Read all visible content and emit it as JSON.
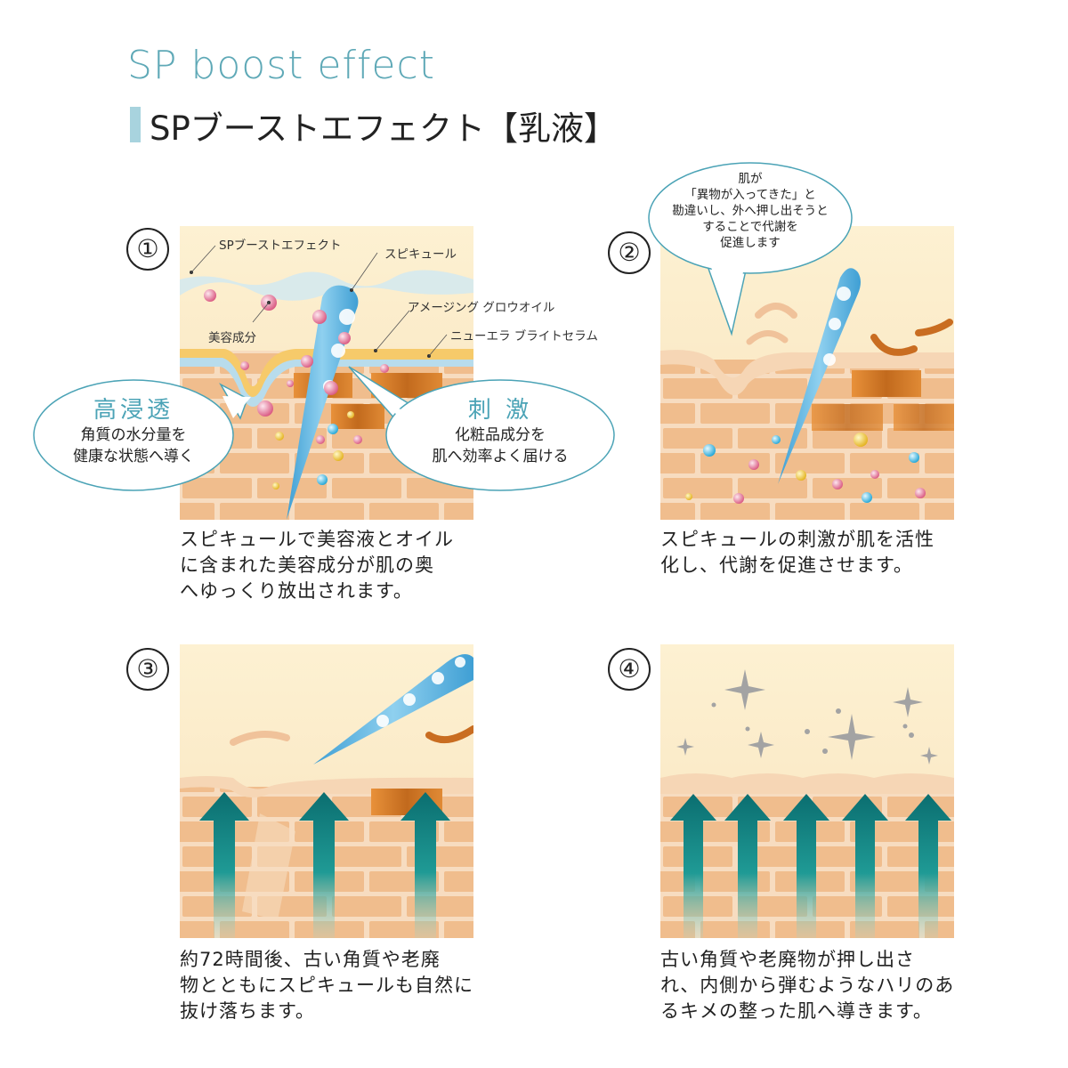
{
  "header": {
    "title_en": "SP boost effect",
    "title_jp": "SPブーストエフェクト【乳液】"
  },
  "steps": [
    {
      "number": "①",
      "caption": [
        "スピキュールで美容液とオイル",
        "に含まれた美容成分が肌の奥",
        "へゆっくり放出されます。"
      ],
      "labels": {
        "sp_boost": "SPブーストエフェクト",
        "spicule": "スピキュール",
        "amazing": "アメージング グロウオイル",
        "beauty": "美容成分",
        "new_era": "ニューエラ ブライトセラム"
      },
      "bubble_left": {
        "head": "高浸透",
        "body": [
          "角質の水分量を",
          "健康な状態へ導く"
        ]
      },
      "bubble_right": {
        "head": "刺 激",
        "body": [
          "化粧品成分を",
          "肌へ効率よく届ける"
        ]
      }
    },
    {
      "number": "②",
      "caption": [
        "スピキュールの刺激が肌を活性",
        "化し、代謝を促進させます。"
      ],
      "speech": [
        "肌が",
        "「異物が入ってきた」と",
        "勘違いし、外へ押し出そうと",
        "することで代謝を",
        "促進します"
      ]
    },
    {
      "number": "③",
      "caption": [
        "約72時間後、古い角質や老廃",
        "物とともにスピキュールも自然に",
        "抜け落ちます。"
      ]
    },
    {
      "number": "④",
      "caption": [
        "古い角質や老廃物が押し出さ",
        "れ、内側から弾むようなハリのあ",
        "るキメの整った肌へ導きます。"
      ]
    }
  ],
  "colors": {
    "accent": "#5fa9b7",
    "skin": "#f0c096",
    "brick_dark": "#c96d21",
    "cream": "#fdf0cf",
    "arrow": "#1e8a87"
  }
}
